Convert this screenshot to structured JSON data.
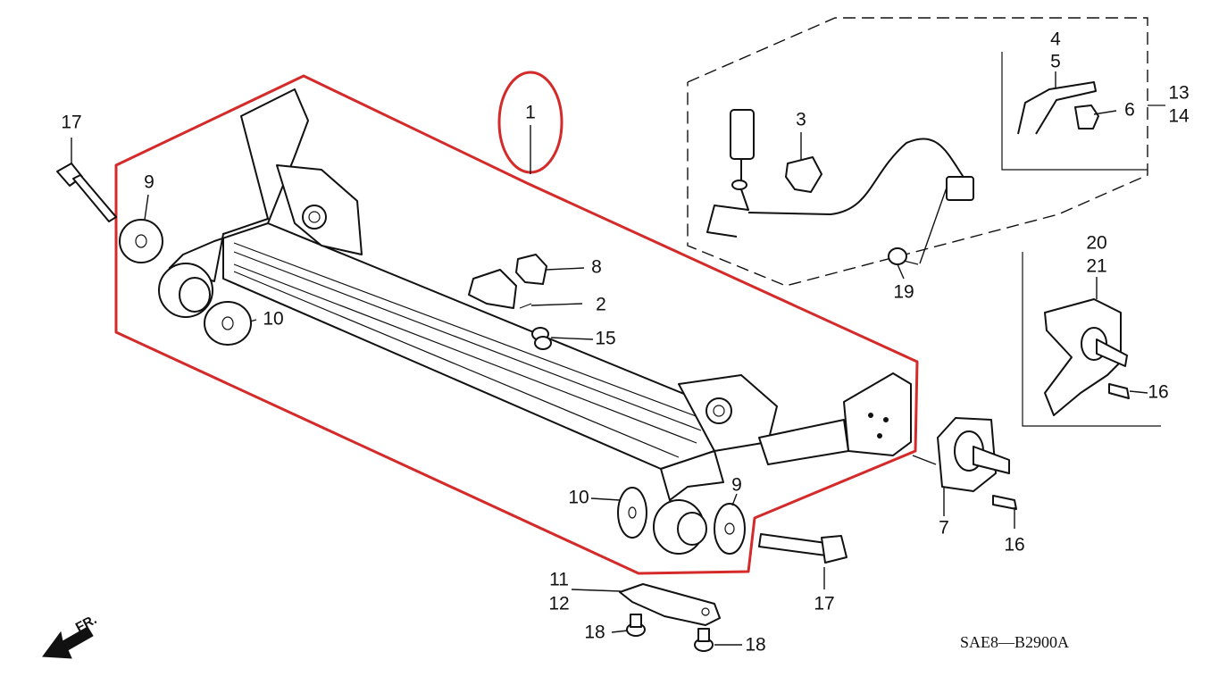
{
  "diagram": {
    "drawing_code": "SAE8—B2900A",
    "front_marker": "FR.",
    "accent_color": "#d42a2a",
    "callouts": {
      "c1": "1",
      "c2": "2",
      "c3": "3",
      "c4": "4",
      "c5": "5",
      "c6": "6",
      "c7": "7",
      "c8": "8",
      "c9a": "9",
      "c9b": "9",
      "c10a": "10",
      "c10b": "10",
      "c11": "11",
      "c12": "12",
      "c13": "13",
      "c14": "14",
      "c15": "15",
      "c16a": "16",
      "c16b": "16",
      "c17a": "17",
      "c17b": "17",
      "c18a": "18",
      "c18b": "18",
      "c19": "19",
      "c20": "20",
      "c21": "21"
    }
  }
}
